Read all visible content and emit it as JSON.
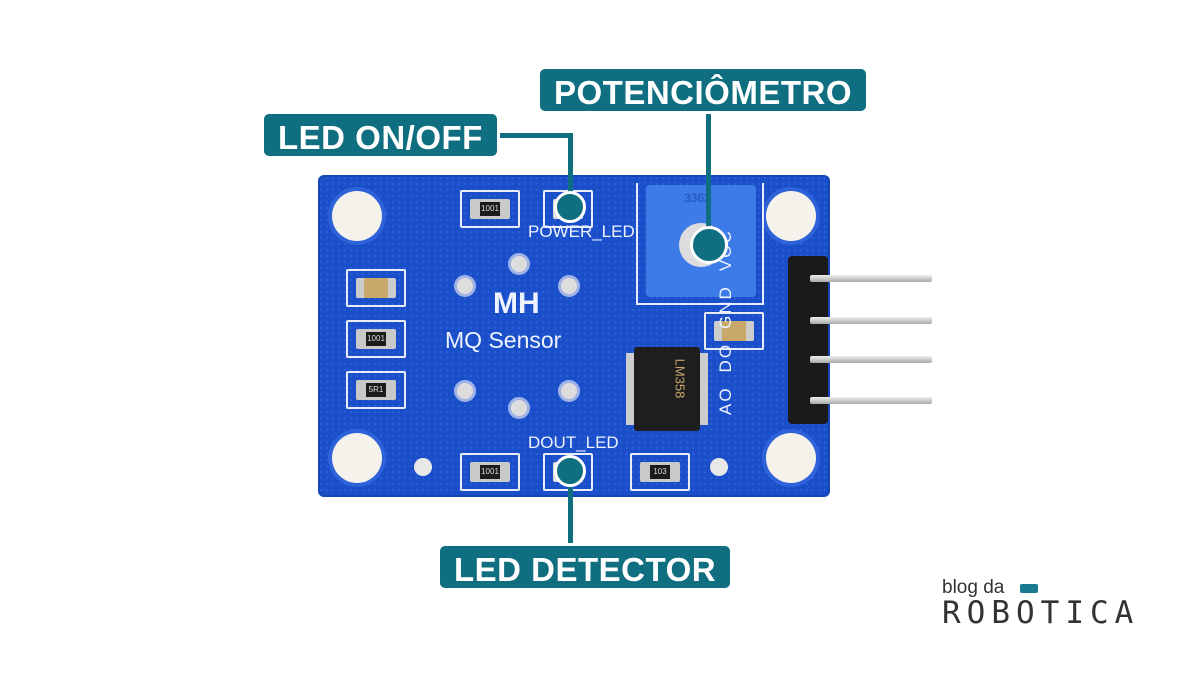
{
  "callouts": {
    "led_on_off": "LED ON/OFF",
    "potentiometer": "POTENCIÔMETRO",
    "led_detector": "LED DETECTOR"
  },
  "board": {
    "brand": "MH",
    "name": "MQ Sensor",
    "power_led_label": "POWER_LED",
    "dout_led_label": "DOUT_LED",
    "pins": [
      "VCC",
      "GND",
      "DO",
      "AO"
    ],
    "chip": "LM358",
    "resistors": [
      "1001",
      "1001",
      "5R1",
      "1001",
      "103"
    ],
    "pot_marking": "3362"
  },
  "logo": {
    "line1": "blog da",
    "line2": "ROBOTICA"
  },
  "colors": {
    "callout": "#0f6e7f",
    "board": "#1b4fc9"
  }
}
